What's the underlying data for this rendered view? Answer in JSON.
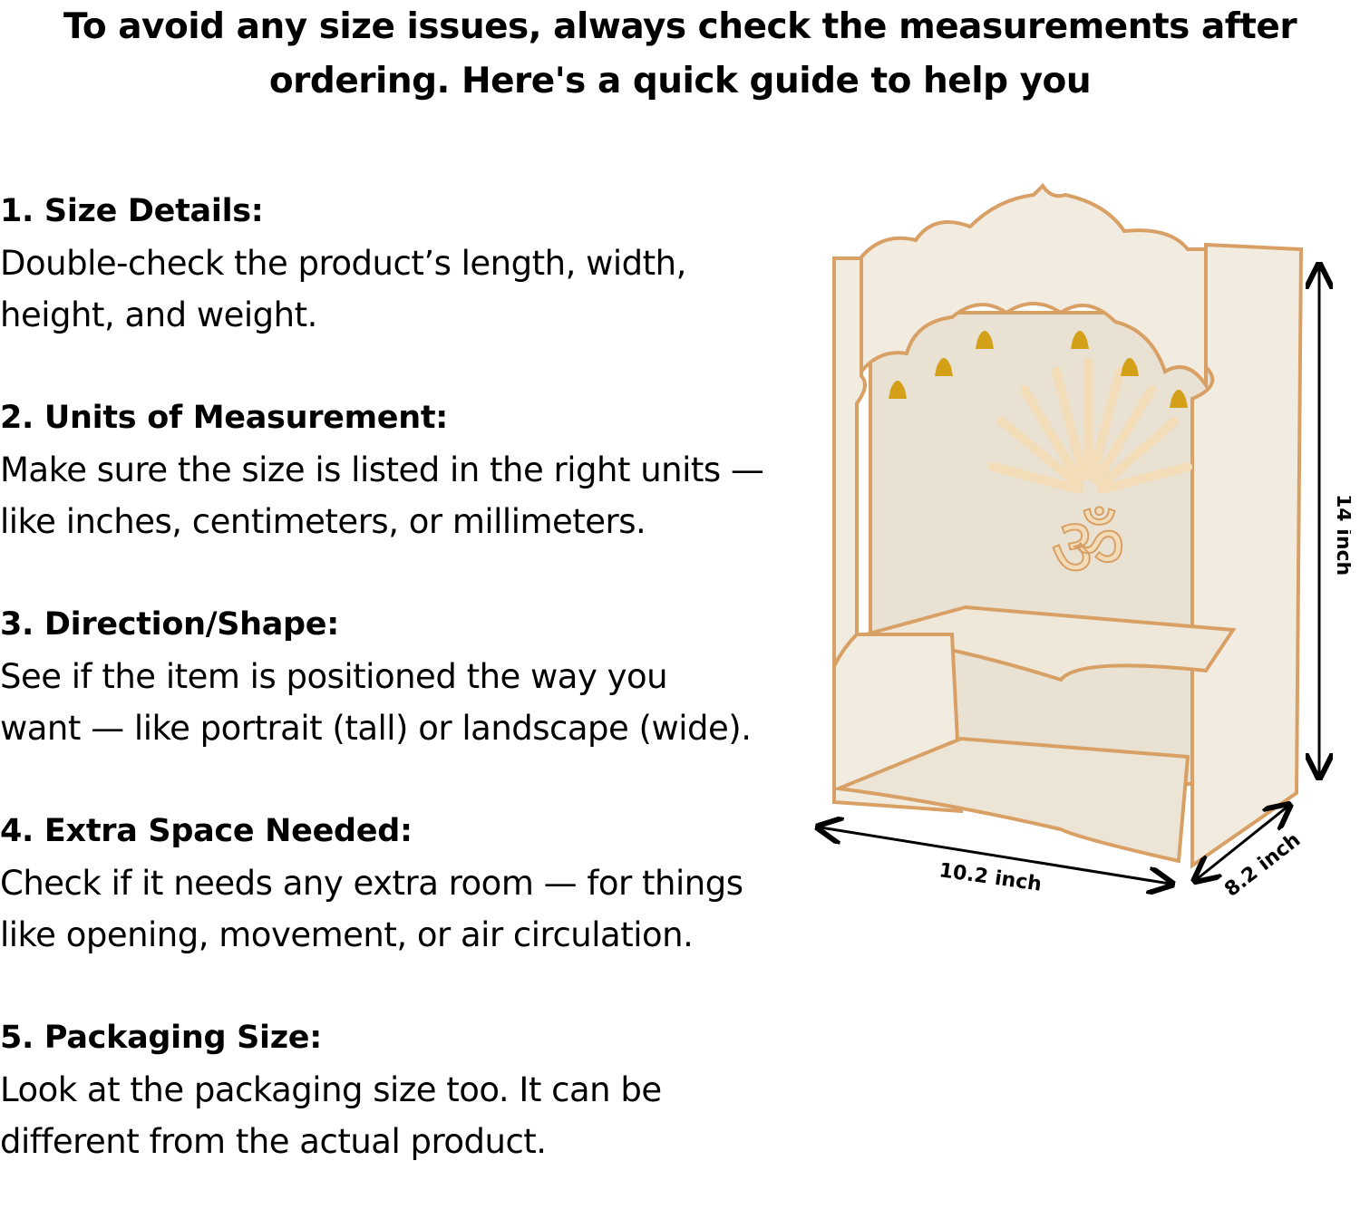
{
  "headline": "To avoid any size issues, always check the measurements after ordering. Here's a quick guide to help you",
  "guide": [
    {
      "title": "1. Size Details:",
      "body": " Double-check the product’s length, width,\nheight, and weight."
    },
    {
      "title": "2. Units of Measurement:",
      "body": " Make sure the size is listed in the right units —\nlike inches, centimeters, or millimeters."
    },
    {
      "title": "3. Direction/Shape:",
      "body": " See if the item is positioned the way you\nwant — like portrait (tall) or landscape (wide)."
    },
    {
      "title": "4. Extra Space Needed:",
      "body": " Check if it needs any extra room — for things\nlike opening, movement, or air circulation."
    },
    {
      "title": "5. Packaging Size:",
      "body": " Look at the packaging size too. It can be\ndifferent from the actual product."
    }
  ],
  "product": {
    "dimensions": {
      "height": "14 inch",
      "width": "10.2 inch",
      "depth": "8.2 inch"
    },
    "colors": {
      "panel": "#f2ece0",
      "edge": "#d9a066",
      "bell": "#d4a017"
    }
  }
}
